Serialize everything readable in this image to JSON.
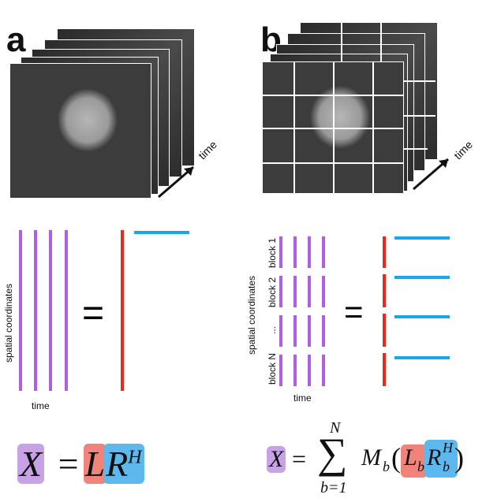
{
  "panels": {
    "a": {
      "letter": "a",
      "time_label": "time",
      "coord_label": "spatial coordinates",
      "time_axis_label": "time"
    },
    "b": {
      "letter": "b",
      "time_label": "time",
      "coord_label": "spatial coordinates",
      "time_axis_label": "time",
      "blocks": [
        "block 1",
        "block 2",
        "...",
        "block N"
      ]
    }
  },
  "equations": {
    "a": {
      "X": "X",
      "equals": "=",
      "L": "L",
      "R": "R",
      "sup": "H"
    },
    "b": {
      "X": "X",
      "equals": "=",
      "sum": "∑",
      "sum_top": "N",
      "sum_bottom": "b=1",
      "M": "M",
      "M_sub": "b",
      "lparen": "(",
      "L": "L",
      "L_sub": "b",
      "R": "R",
      "R_sup": "H",
      "R_sub": "b",
      "rparen": ")"
    }
  },
  "colors": {
    "purple": "#b15ee3",
    "red": "#e8291c",
    "blue": "#1aa6e8",
    "purple_bg": "#c7a3e6",
    "red_bg": "#f0837a",
    "blue_bg": "#5db8ee"
  }
}
